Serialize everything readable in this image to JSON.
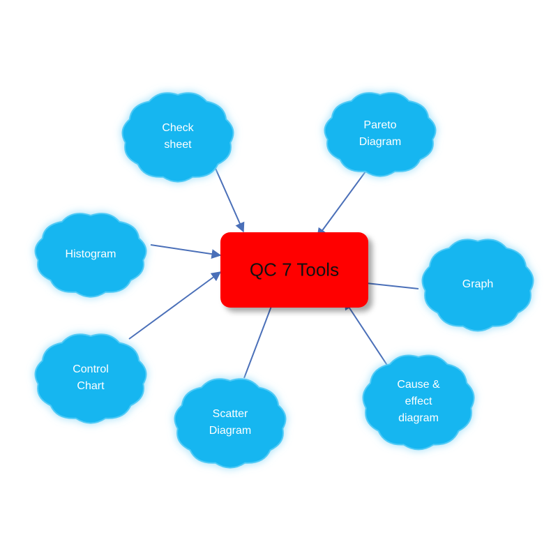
{
  "center": {
    "label": "QC 7 Tools",
    "fill": "#ff0000",
    "text_color": "#111111"
  },
  "colors": {
    "cloud_fill": "#19b6f0",
    "cloud_glow": "#c7eefc",
    "arrow": "#4a6fb8",
    "label": "#ffffff"
  },
  "nodes": [
    {
      "id": "check-sheet",
      "lines": [
        "Check",
        "sheet"
      ]
    },
    {
      "id": "pareto-diagram",
      "lines": [
        "Pareto",
        "Diagram"
      ]
    },
    {
      "id": "histogram",
      "lines": [
        "Histogram"
      ]
    },
    {
      "id": "graph",
      "lines": [
        "Graph"
      ]
    },
    {
      "id": "control-chart",
      "lines": [
        "Control",
        "Chart"
      ]
    },
    {
      "id": "scatter-diagram",
      "lines": [
        "Scatter",
        "Diagram"
      ]
    },
    {
      "id": "cause-effect-diagram",
      "lines": [
        "Cause &",
        "effect",
        "diagram"
      ]
    }
  ]
}
